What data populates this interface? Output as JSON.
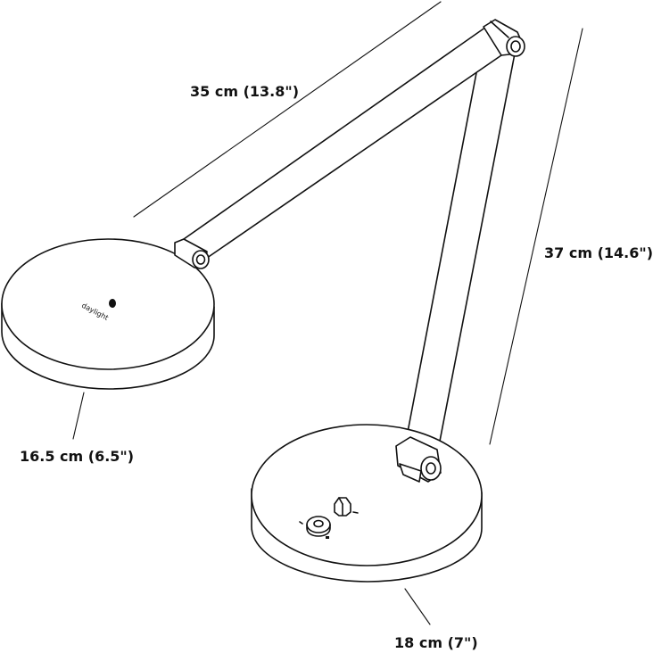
{
  "dimensions": {
    "arm_length": "35 cm (13.8\")",
    "arm_height": "37 cm (14.6\")",
    "head_diameter": "16.5 cm (6.5\")",
    "base_diameter": "18 cm (7\")"
  },
  "brand": {
    "logo_text": "daylight"
  }
}
